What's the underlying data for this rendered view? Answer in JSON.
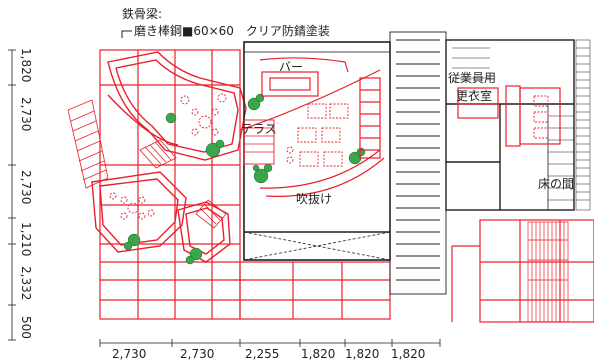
{
  "callout": {
    "line1": "鉄骨梁:",
    "line2": "磨き棒鋼■60×60　クリア防錆塗装"
  },
  "rooms": {
    "bar": "バー",
    "terrace": "テラス",
    "atrium": "吹抜け",
    "staff_locker_line1": "従業員用",
    "staff_locker_line2": "更衣室",
    "tokonoma": "床の間"
  },
  "dimensions": {
    "vertical": [
      "1,820",
      "2,730",
      "2,730",
      "1,210",
      "2,332",
      "500"
    ],
    "horizontal": [
      "2,730",
      "2,730",
      "2,255",
      "1,820",
      "1,820",
      "1,820"
    ]
  }
}
